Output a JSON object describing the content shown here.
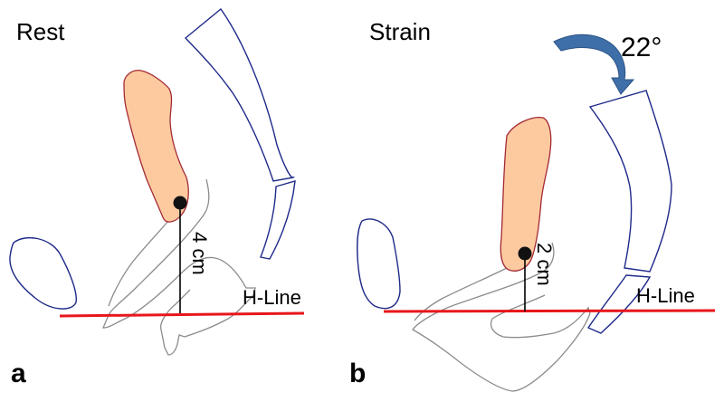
{
  "panels": [
    {
      "letter": "a",
      "state": "Rest",
      "distance": "4 cm",
      "reference_line": "H-Line"
    },
    {
      "letter": "b",
      "state": "Strain",
      "distance": "2 cm",
      "reference_line": "H-Line",
      "rotation": "22°"
    }
  ],
  "colors": {
    "h_line": "#e8161b",
    "bone_outline": "#1f2a8a",
    "bladder_fill": "#fdcaa0",
    "bladder_outline": "#a32a35",
    "soft_tissue_outline": "#8c8c8c",
    "rotation_arrow": "#3f6fa8"
  }
}
